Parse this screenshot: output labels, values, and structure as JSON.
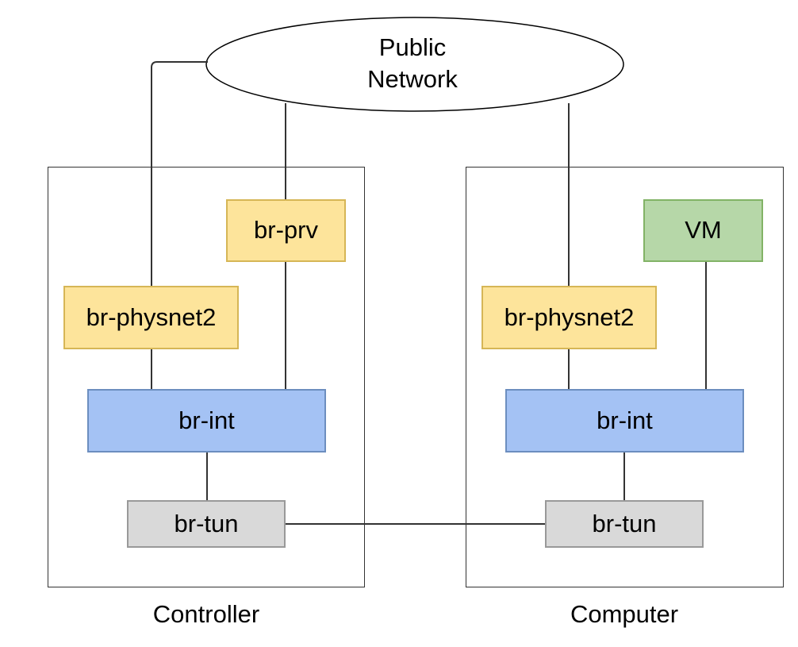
{
  "public_network": {
    "label_line1": "Public",
    "label_line2": "Network"
  },
  "controller": {
    "label": "Controller",
    "br_prv": "br-prv",
    "br_physnet2": "br-physnet2",
    "br_int": "br-int",
    "br_tun": "br-tun"
  },
  "computer": {
    "label": "Computer",
    "vm": "VM",
    "br_physnet2": "br-physnet2",
    "br_int": "br-int",
    "br_tun": "br-tun"
  },
  "colors": {
    "bridge_external": "#fde49b",
    "bridge_int": "#a4c2f4",
    "bridge_tun": "#d9d9d9",
    "vm": "#b6d7a8"
  }
}
